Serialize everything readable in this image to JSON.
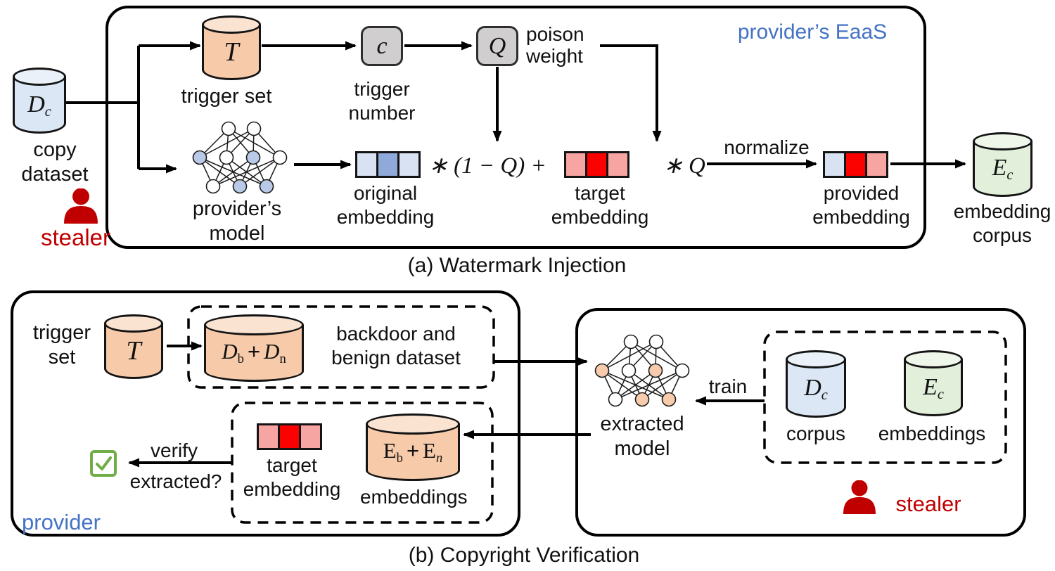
{
  "figure": {
    "type": "two-panel scientific diagram of EaaS watermarking",
    "colors": {
      "accent_blue_text": "#4472C4",
      "stealer_red": "#C00000",
      "cylinder_blue": "#DBE7F4",
      "cylinder_orange": "#F7CBAA",
      "cylinder_green": "#E2EFDA",
      "cell_light_blue": "#D9E2F3",
      "cell_mid_blue": "#8FA9DB",
      "cell_red": "#FB0200",
      "cell_pink": "#F7A5A3",
      "gray_box": "#D0CECE",
      "check_green": "#70AD47"
    }
  },
  "panel_a": {
    "caption": "(a) Watermark Injection",
    "region_label": "provider’s EaaS",
    "copy_dataset": {
      "symbol": "D",
      "sub": "c",
      "label": "copy\ndataset"
    },
    "stealer_label": "stealer",
    "trigger_set": {
      "symbol": "T",
      "label": "trigger set"
    },
    "trigger_number": {
      "symbol": "c",
      "label": "trigger\nnumber"
    },
    "poison_weight": {
      "symbol": "Q",
      "label": "poison\nweight"
    },
    "provider_model": {
      "label": "provider’s\nmodel"
    },
    "original_embedding": {
      "label": "original\nembedding"
    },
    "formula_blend": "∗ (1 − Q) +",
    "target_embedding": {
      "label": "target\nembedding"
    },
    "formula_q": "∗ Q",
    "normalize_label": "normalize",
    "provided_embedding": {
      "label": "provided\nembedding"
    },
    "embedding_corpus": {
      "symbol": "E",
      "sub": "c",
      "label": "embedding\ncorpus"
    }
  },
  "panel_b": {
    "caption": "(b) Copyright Verification",
    "provider_label": "provider",
    "trigger_set": {
      "symbol": "T",
      "label": "trigger\nset"
    },
    "dataset_cyl": {
      "m1": "D",
      "s1": "b",
      "op": "+",
      "m2": "D",
      "s2": "n"
    },
    "dataset_label": "backdoor and\nbenign dataset",
    "target_embedding": {
      "label": "target\nembedding"
    },
    "emb_cyl": {
      "m1": "E",
      "s1": "b",
      "op": "+",
      "m2": "E",
      "s2": "n"
    },
    "emb_label": "embeddings",
    "verify_label": "verify",
    "extracted_label": "extracted?",
    "extracted_model": {
      "label": "extracted\nmodel"
    },
    "train_label": "train",
    "corpus_cyl": {
      "symbol": "D",
      "sub": "c",
      "label": "corpus"
    },
    "emb2_cyl": {
      "symbol": "E",
      "sub": "c",
      "label": "embeddings"
    },
    "stealer_label": "stealer"
  }
}
